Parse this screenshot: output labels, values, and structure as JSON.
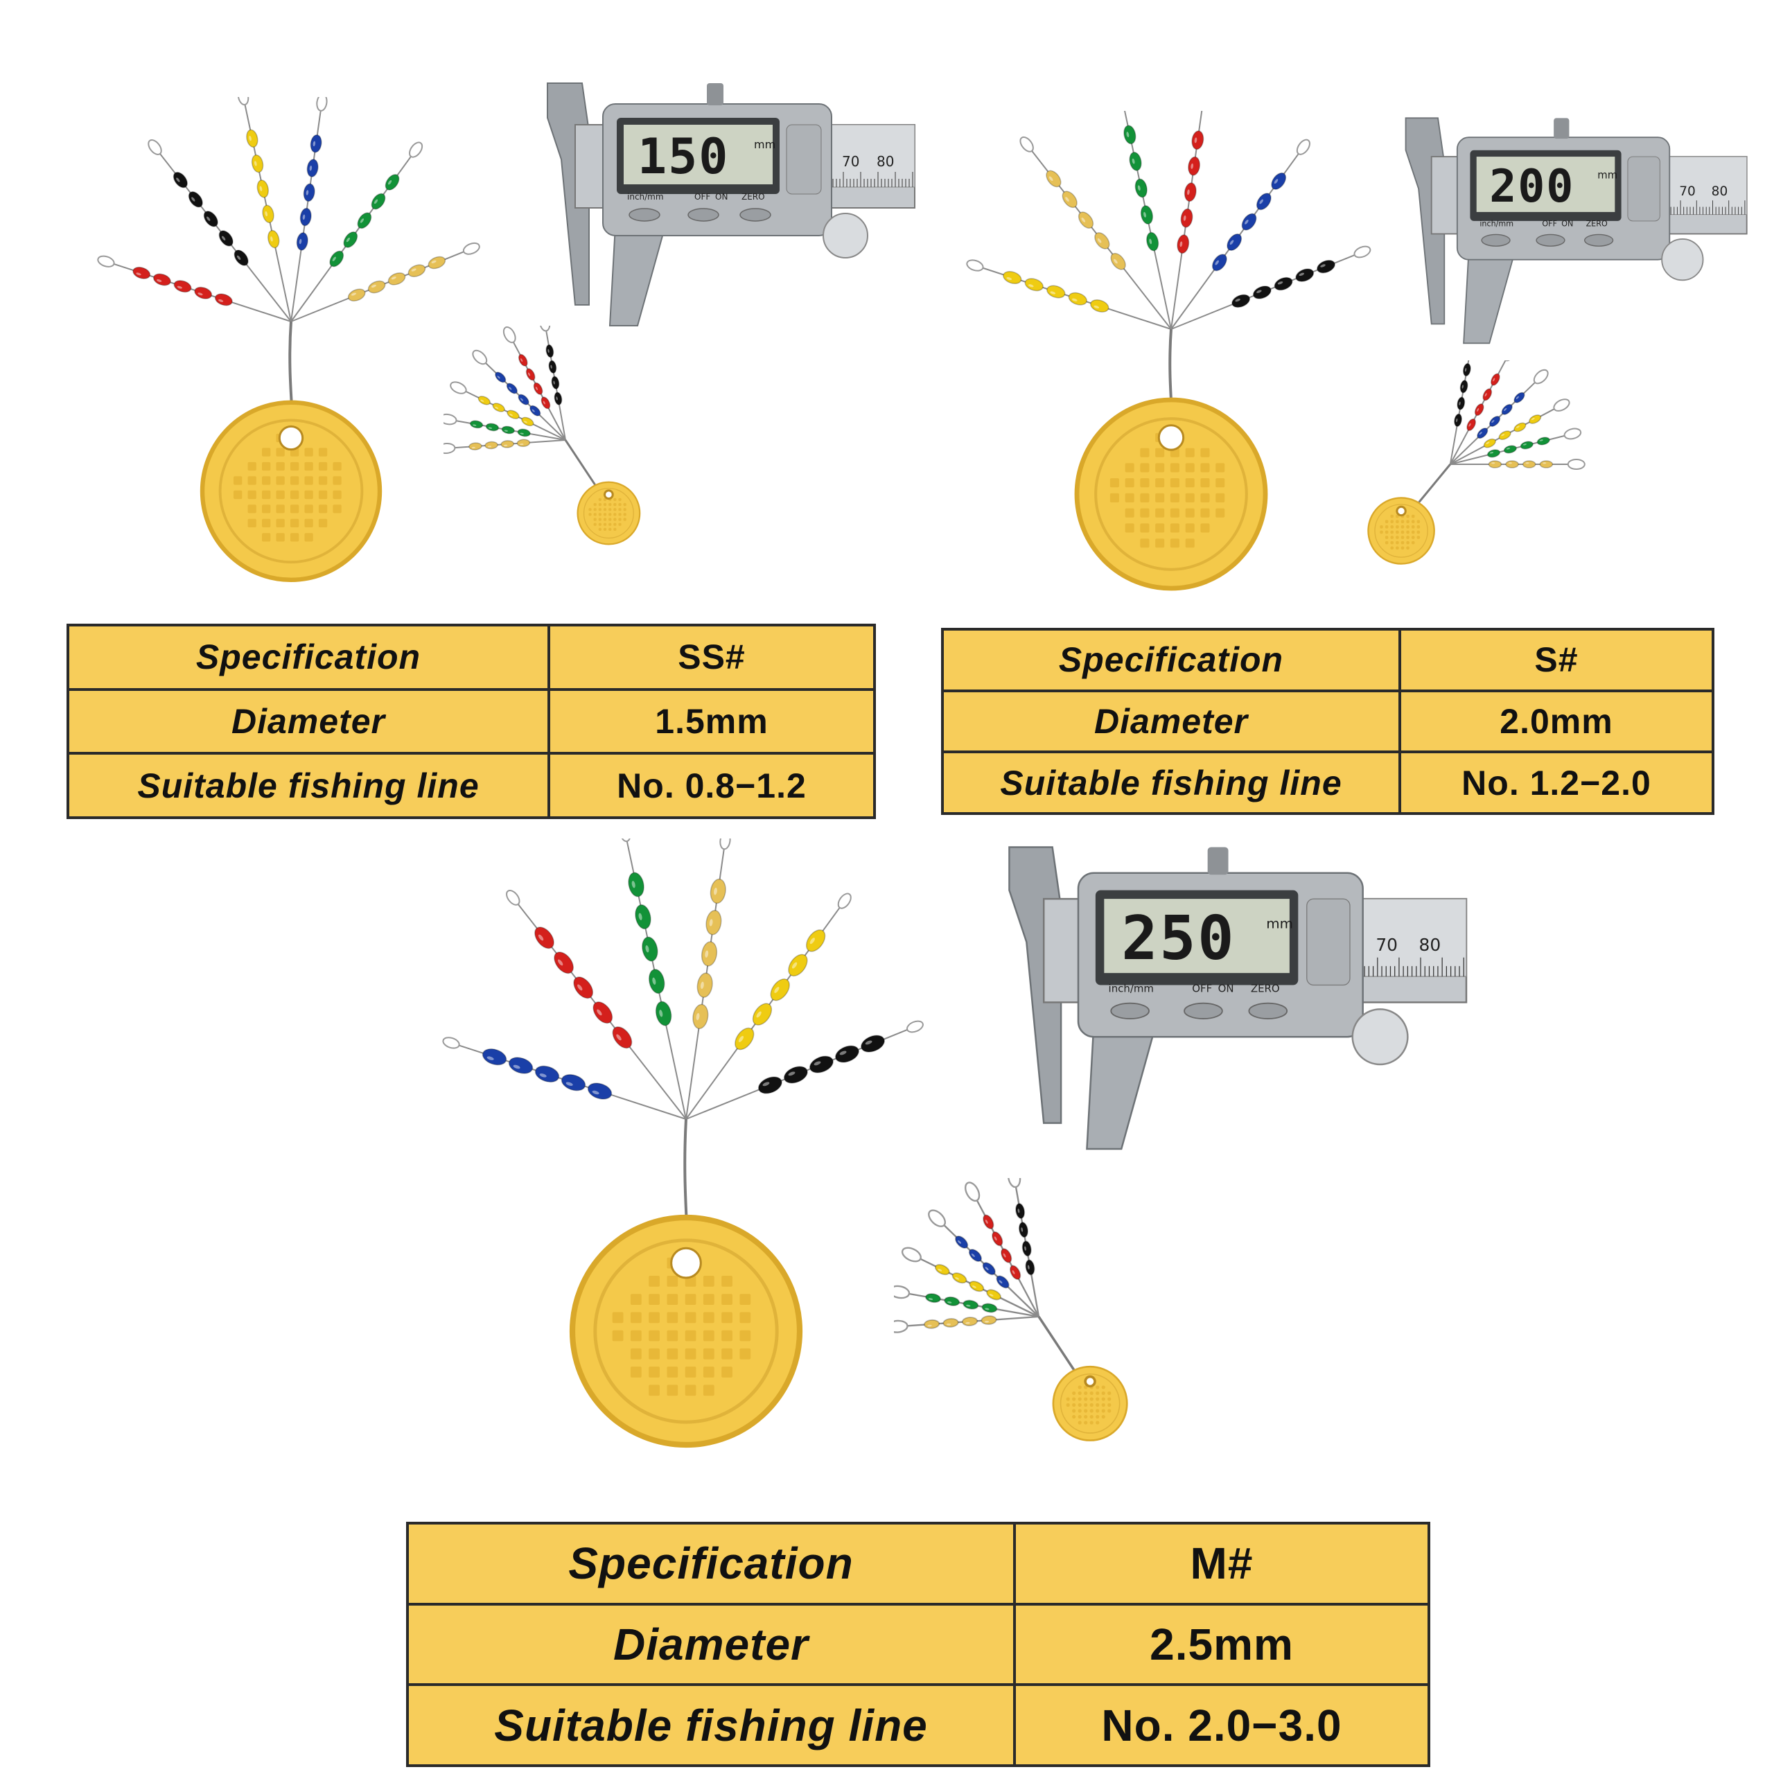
{
  "products": [
    {
      "caliper": {
        "reading": "150",
        "unit": "mm",
        "buttons": [
          "inch/mm",
          "OFF",
          "ON",
          "ZERO"
        ],
        "scale": [
          "70",
          "80"
        ]
      },
      "table": [
        {
          "label": "Specification",
          "value": "SS#"
        },
        {
          "label": "Diameter",
          "value": "1.5mm"
        },
        {
          "label": "Suitable fishing line",
          "value": "No. 0.8−1.2"
        }
      ]
    },
    {
      "caliper": {
        "reading": "200",
        "unit": "mm",
        "buttons": [
          "inch/mm",
          "OFF",
          "ON",
          "ZERO"
        ],
        "scale": [
          "70",
          "80"
        ]
      },
      "table": [
        {
          "label": "Specification",
          "value": "S#"
        },
        {
          "label": "Diameter",
          "value": "2.0mm"
        },
        {
          "label": "Suitable fishing line",
          "value": "No. 1.2−2.0"
        }
      ]
    },
    {
      "caliper": {
        "reading": "250",
        "unit": "mm",
        "buttons": [
          "inch/mm",
          "OFF",
          "ON",
          "ZERO"
        ],
        "scale": [
          "70",
          "80"
        ]
      },
      "table": [
        {
          "label": "Specification",
          "value": "M#"
        },
        {
          "label": "Diameter",
          "value": "2.5mm"
        },
        {
          "label": "Suitable fishing line",
          "value": "No. 2.0−3.0"
        }
      ]
    }
  ],
  "colors": {
    "table_fill": "#f7cd5a",
    "disc": "#f4c94a",
    "bead_red": "#d4201c",
    "bead_black": "#111111",
    "bead_yellow": "#efcc12",
    "bead_blue": "#1a3fa8",
    "bead_green": "#129238",
    "bead_amber": "#e6c056"
  }
}
